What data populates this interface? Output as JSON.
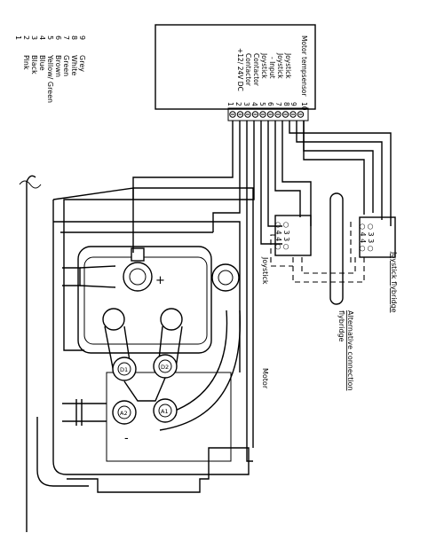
{
  "legend": [
    {
      "num": "9",
      "color": "Grey"
    },
    {
      "num": "8",
      "color": "White"
    },
    {
      "num": "7",
      "color": "Green"
    },
    {
      "num": "6",
      "color": "Brown"
    },
    {
      "num": "5",
      "color": "Yellow/ Green"
    },
    {
      "num": "4",
      "color": "Blue"
    },
    {
      "num": "3",
      "color": "Black"
    },
    {
      "num": "2",
      "color": "Pink"
    }
  ],
  "legend_one": "1",
  "controller": {
    "pins": [
      {
        "num": "10",
        "label": "Motor tempsensor"
      },
      {
        "num": "9",
        "label": ""
      },
      {
        "num": "8",
        "label": "Joystick"
      },
      {
        "num": "7",
        "label": "Joystick"
      },
      {
        "num": "6",
        "label": "- Input"
      },
      {
        "num": "5",
        "label": "Joystick"
      },
      {
        "num": "4",
        "label": "Contactor"
      },
      {
        "num": "3",
        "label": "Contactor"
      },
      {
        "num": "2",
        "label": "+12/ 24V DC"
      },
      {
        "num": "1",
        "label": ""
      }
    ]
  },
  "joystick_block": {
    "top": "○ 3 3 ○",
    "bottom": "○ 4 4 ○"
  },
  "labels": {
    "joystick": "Joystick",
    "joystick_flybridge": "Joystick flybridge",
    "alt_connection": "Alternative connection",
    "flybridge": "flybridge",
    "motor": "Motor",
    "plus": "+",
    "minus": "-"
  },
  "terminals": [
    "D1",
    "D2",
    "A2",
    "A1"
  ]
}
